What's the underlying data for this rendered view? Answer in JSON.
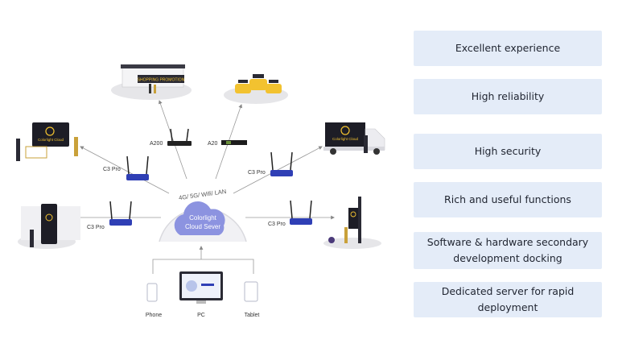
{
  "center": {
    "network_label": "4G/ 5G/ Wifi/ LAN",
    "cloud_line1": "Colorlight",
    "cloud_line2": "Cloud Sever"
  },
  "devices": {
    "a200": "A200",
    "a20": "A20",
    "c3pro_left_top": "C3 Pro",
    "c3pro_left_bottom": "C3 Pro",
    "c3pro_right_top": "C3 Pro",
    "c3pro_right_bottom": "C3 Pro"
  },
  "scenes": {
    "shop_sign": "SHOPPING PROMOTION",
    "kiosk_screen": "Colorlight Cloud",
    "truck_screen": "Colorlight Cloud"
  },
  "clients": {
    "phone": "Phone",
    "pc": "PC",
    "tablet": "Tablet"
  },
  "features": [
    "Excellent experience",
    "High reliability",
    "High security",
    "Rich and useful functions",
    "Software & hardware secondary development docking",
    "Dedicated server for rapid deployment"
  ],
  "colors": {
    "router": "#2f3fb5",
    "cloud": "#8c93e0",
    "feature_bg": "#e4ecf8",
    "screen": "#1d1d26",
    "accent_yellow": "#f2c230"
  }
}
